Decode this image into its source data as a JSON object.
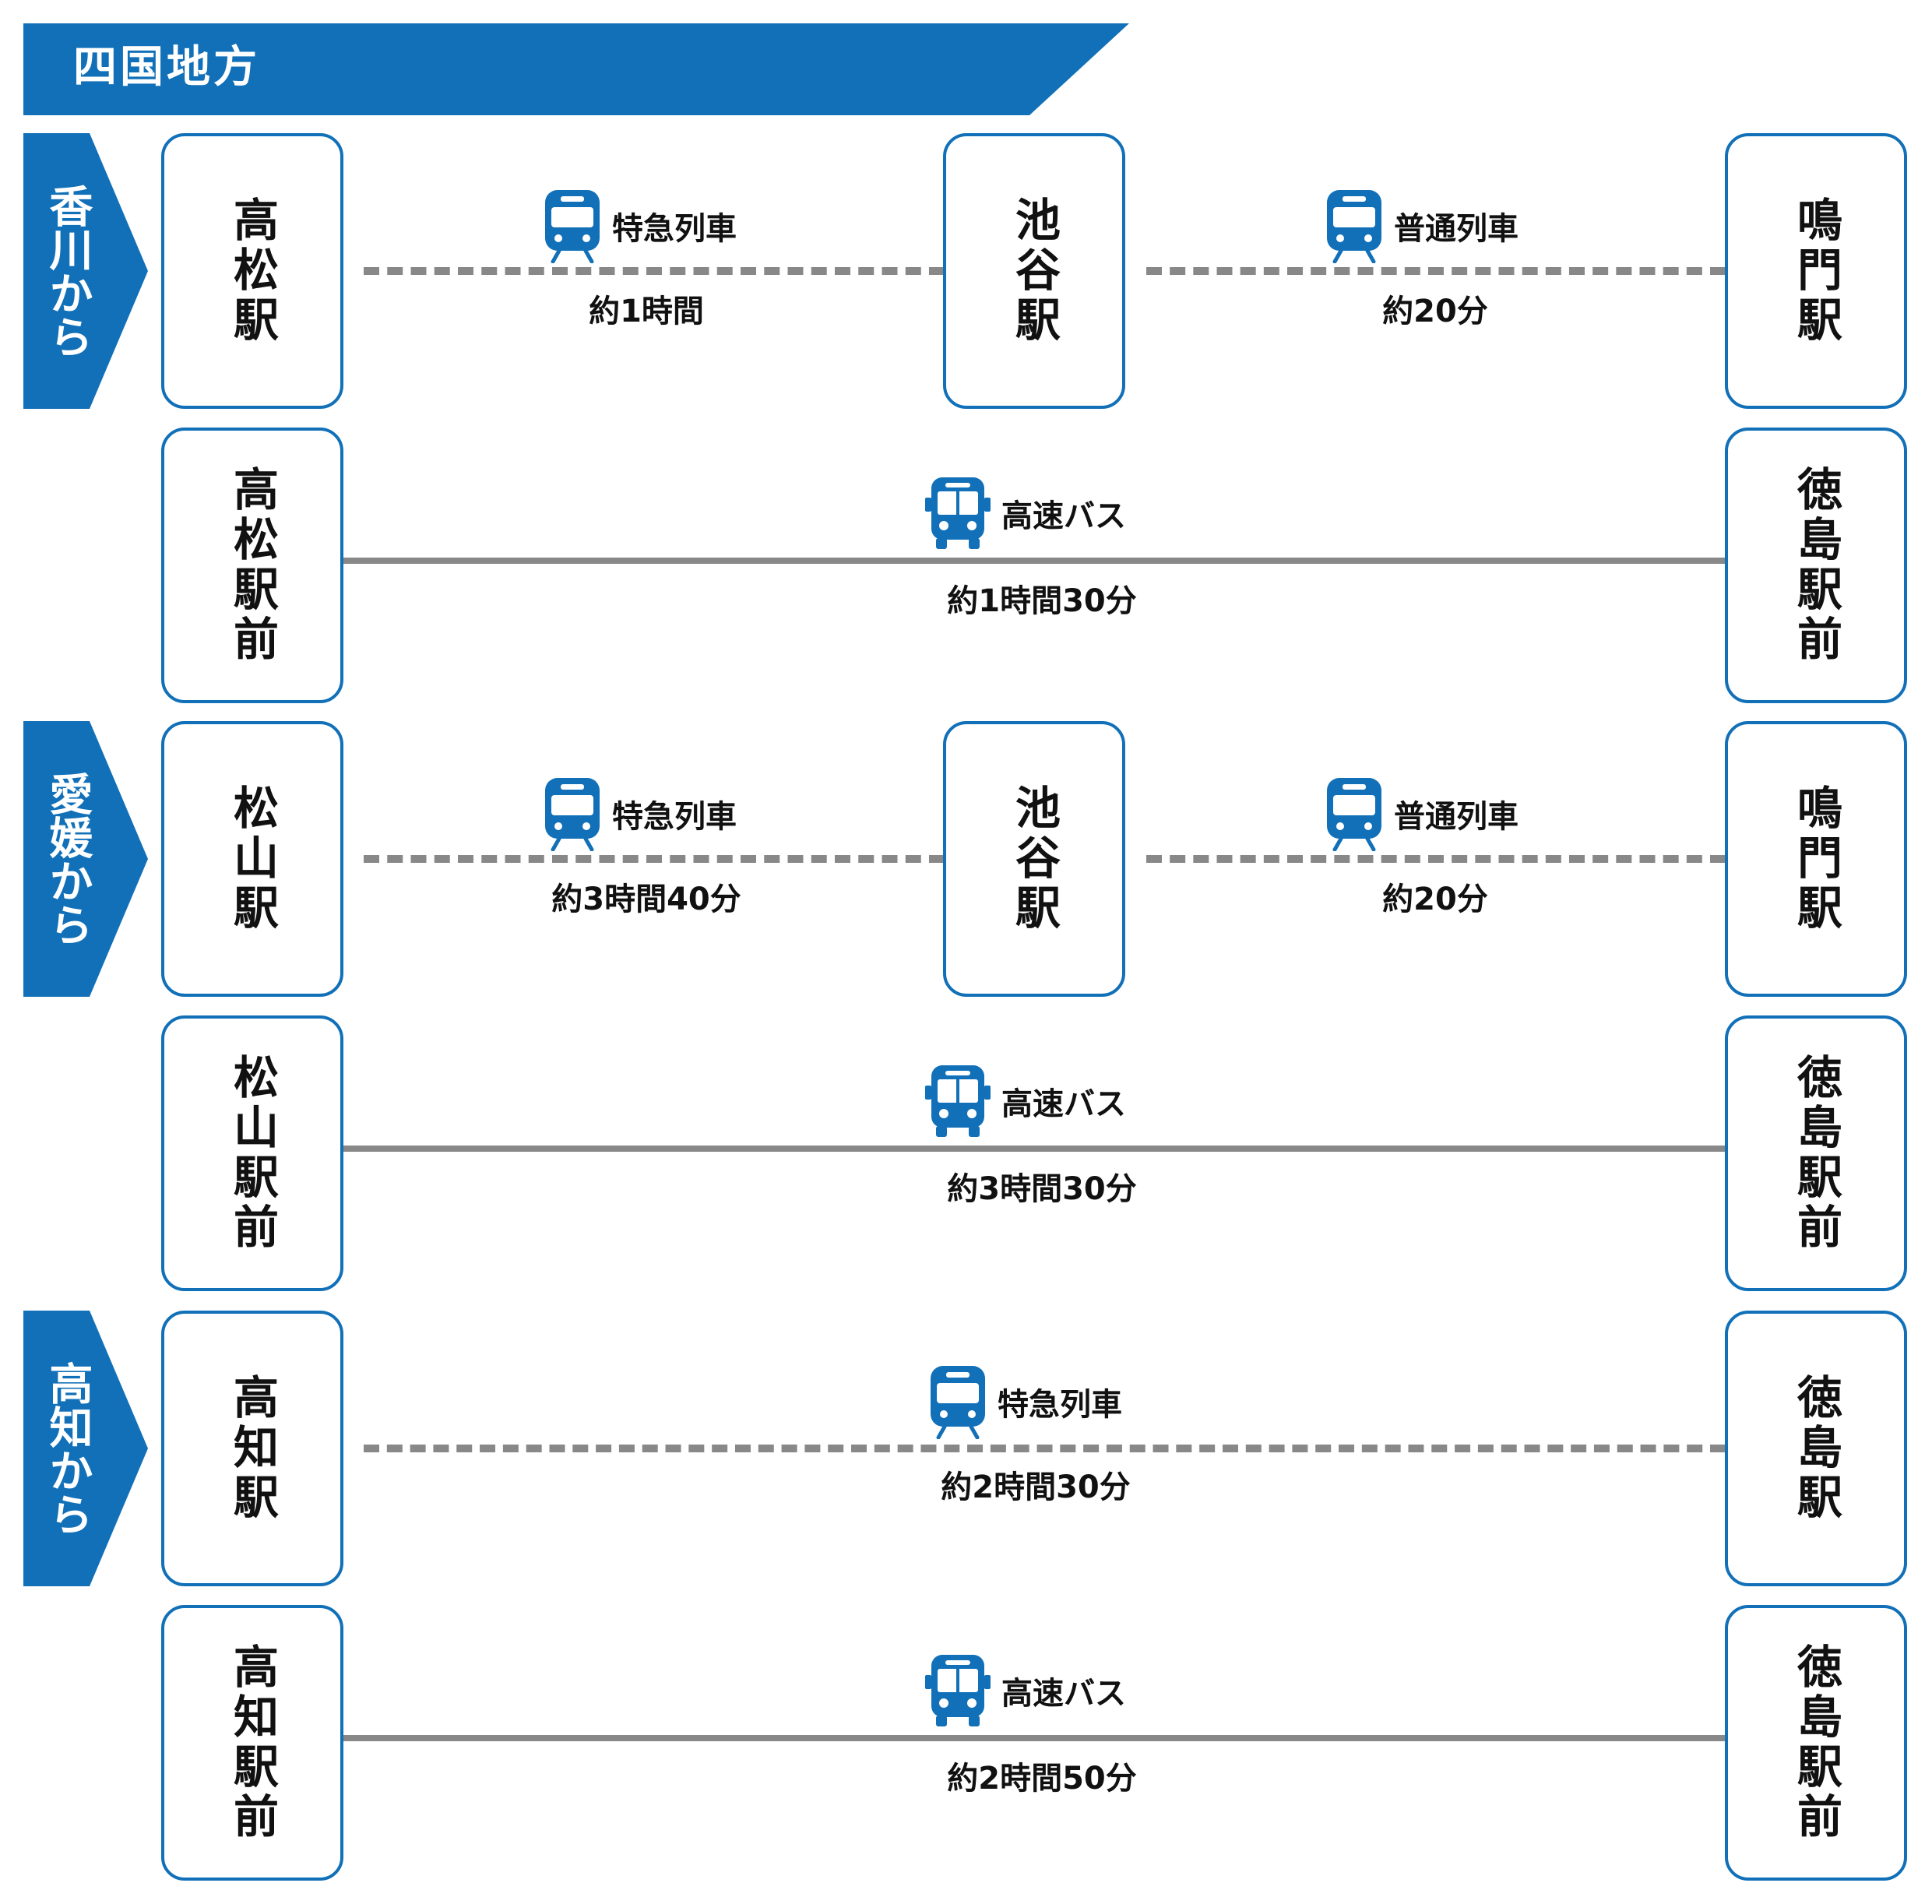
{
  "header": {
    "title": "四国地方"
  },
  "colors": {
    "primary": "#1170b8",
    "line": "#888888"
  },
  "regions": [
    {
      "label": "香川から"
    },
    {
      "label": "愛媛から"
    },
    {
      "label": "高知から"
    }
  ],
  "routes": [
    {
      "origin": "高松駅",
      "legs": [
        {
          "mode": "特急列車",
          "icon": "train-icon",
          "style": "dashed",
          "duration": "約1時間"
        },
        {
          "mode": "普通列車",
          "icon": "train-icon",
          "style": "dashed",
          "duration": "約20分"
        }
      ],
      "transfer": "池谷駅",
      "destination": "鳴門駅"
    },
    {
      "origin": "高松駅前",
      "legs": [
        {
          "mode": "高速バス",
          "icon": "bus-icon",
          "style": "solid",
          "duration": "約1時間30分"
        }
      ],
      "destination": "徳島駅前"
    },
    {
      "origin": "松山駅",
      "legs": [
        {
          "mode": "特急列車",
          "icon": "train-icon",
          "style": "dashed",
          "duration": "約3時間40分"
        },
        {
          "mode": "普通列車",
          "icon": "train-icon",
          "style": "dashed",
          "duration": "約20分"
        }
      ],
      "transfer": "池谷駅",
      "destination": "鳴門駅"
    },
    {
      "origin": "松山駅前",
      "legs": [
        {
          "mode": "高速バス",
          "icon": "bus-icon",
          "style": "solid",
          "duration": "約3時間30分"
        }
      ],
      "destination": "徳島駅前"
    },
    {
      "origin": "高知駅",
      "legs": [
        {
          "mode": "特急列車",
          "icon": "train-icon",
          "style": "dashed",
          "duration": "約2時間30分"
        }
      ],
      "destination": "徳島駅"
    },
    {
      "origin": "高知駅前",
      "legs": [
        {
          "mode": "高速バス",
          "icon": "bus-icon",
          "style": "solid",
          "duration": "約2時間50分"
        }
      ],
      "destination": "徳島駅前"
    }
  ]
}
